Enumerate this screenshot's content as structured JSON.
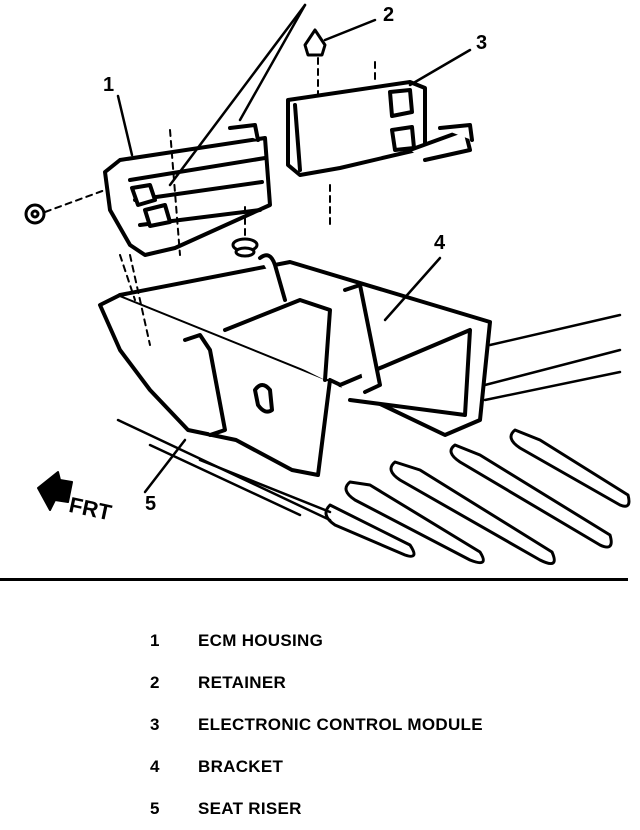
{
  "diagram": {
    "callouts": {
      "c1": "1",
      "c2": "2",
      "c3": "3",
      "c4": "4",
      "c5": "5"
    },
    "direction_label": "FRT"
  },
  "legend": [
    {
      "number": "1",
      "label": "ECM HOUSING"
    },
    {
      "number": "2",
      "label": "RETAINER"
    },
    {
      "number": "3",
      "label": "ELECTRONIC CONTROL MODULE"
    },
    {
      "number": "4",
      "label": "BRACKET"
    },
    {
      "number": "5",
      "label": "SEAT RISER"
    }
  ]
}
